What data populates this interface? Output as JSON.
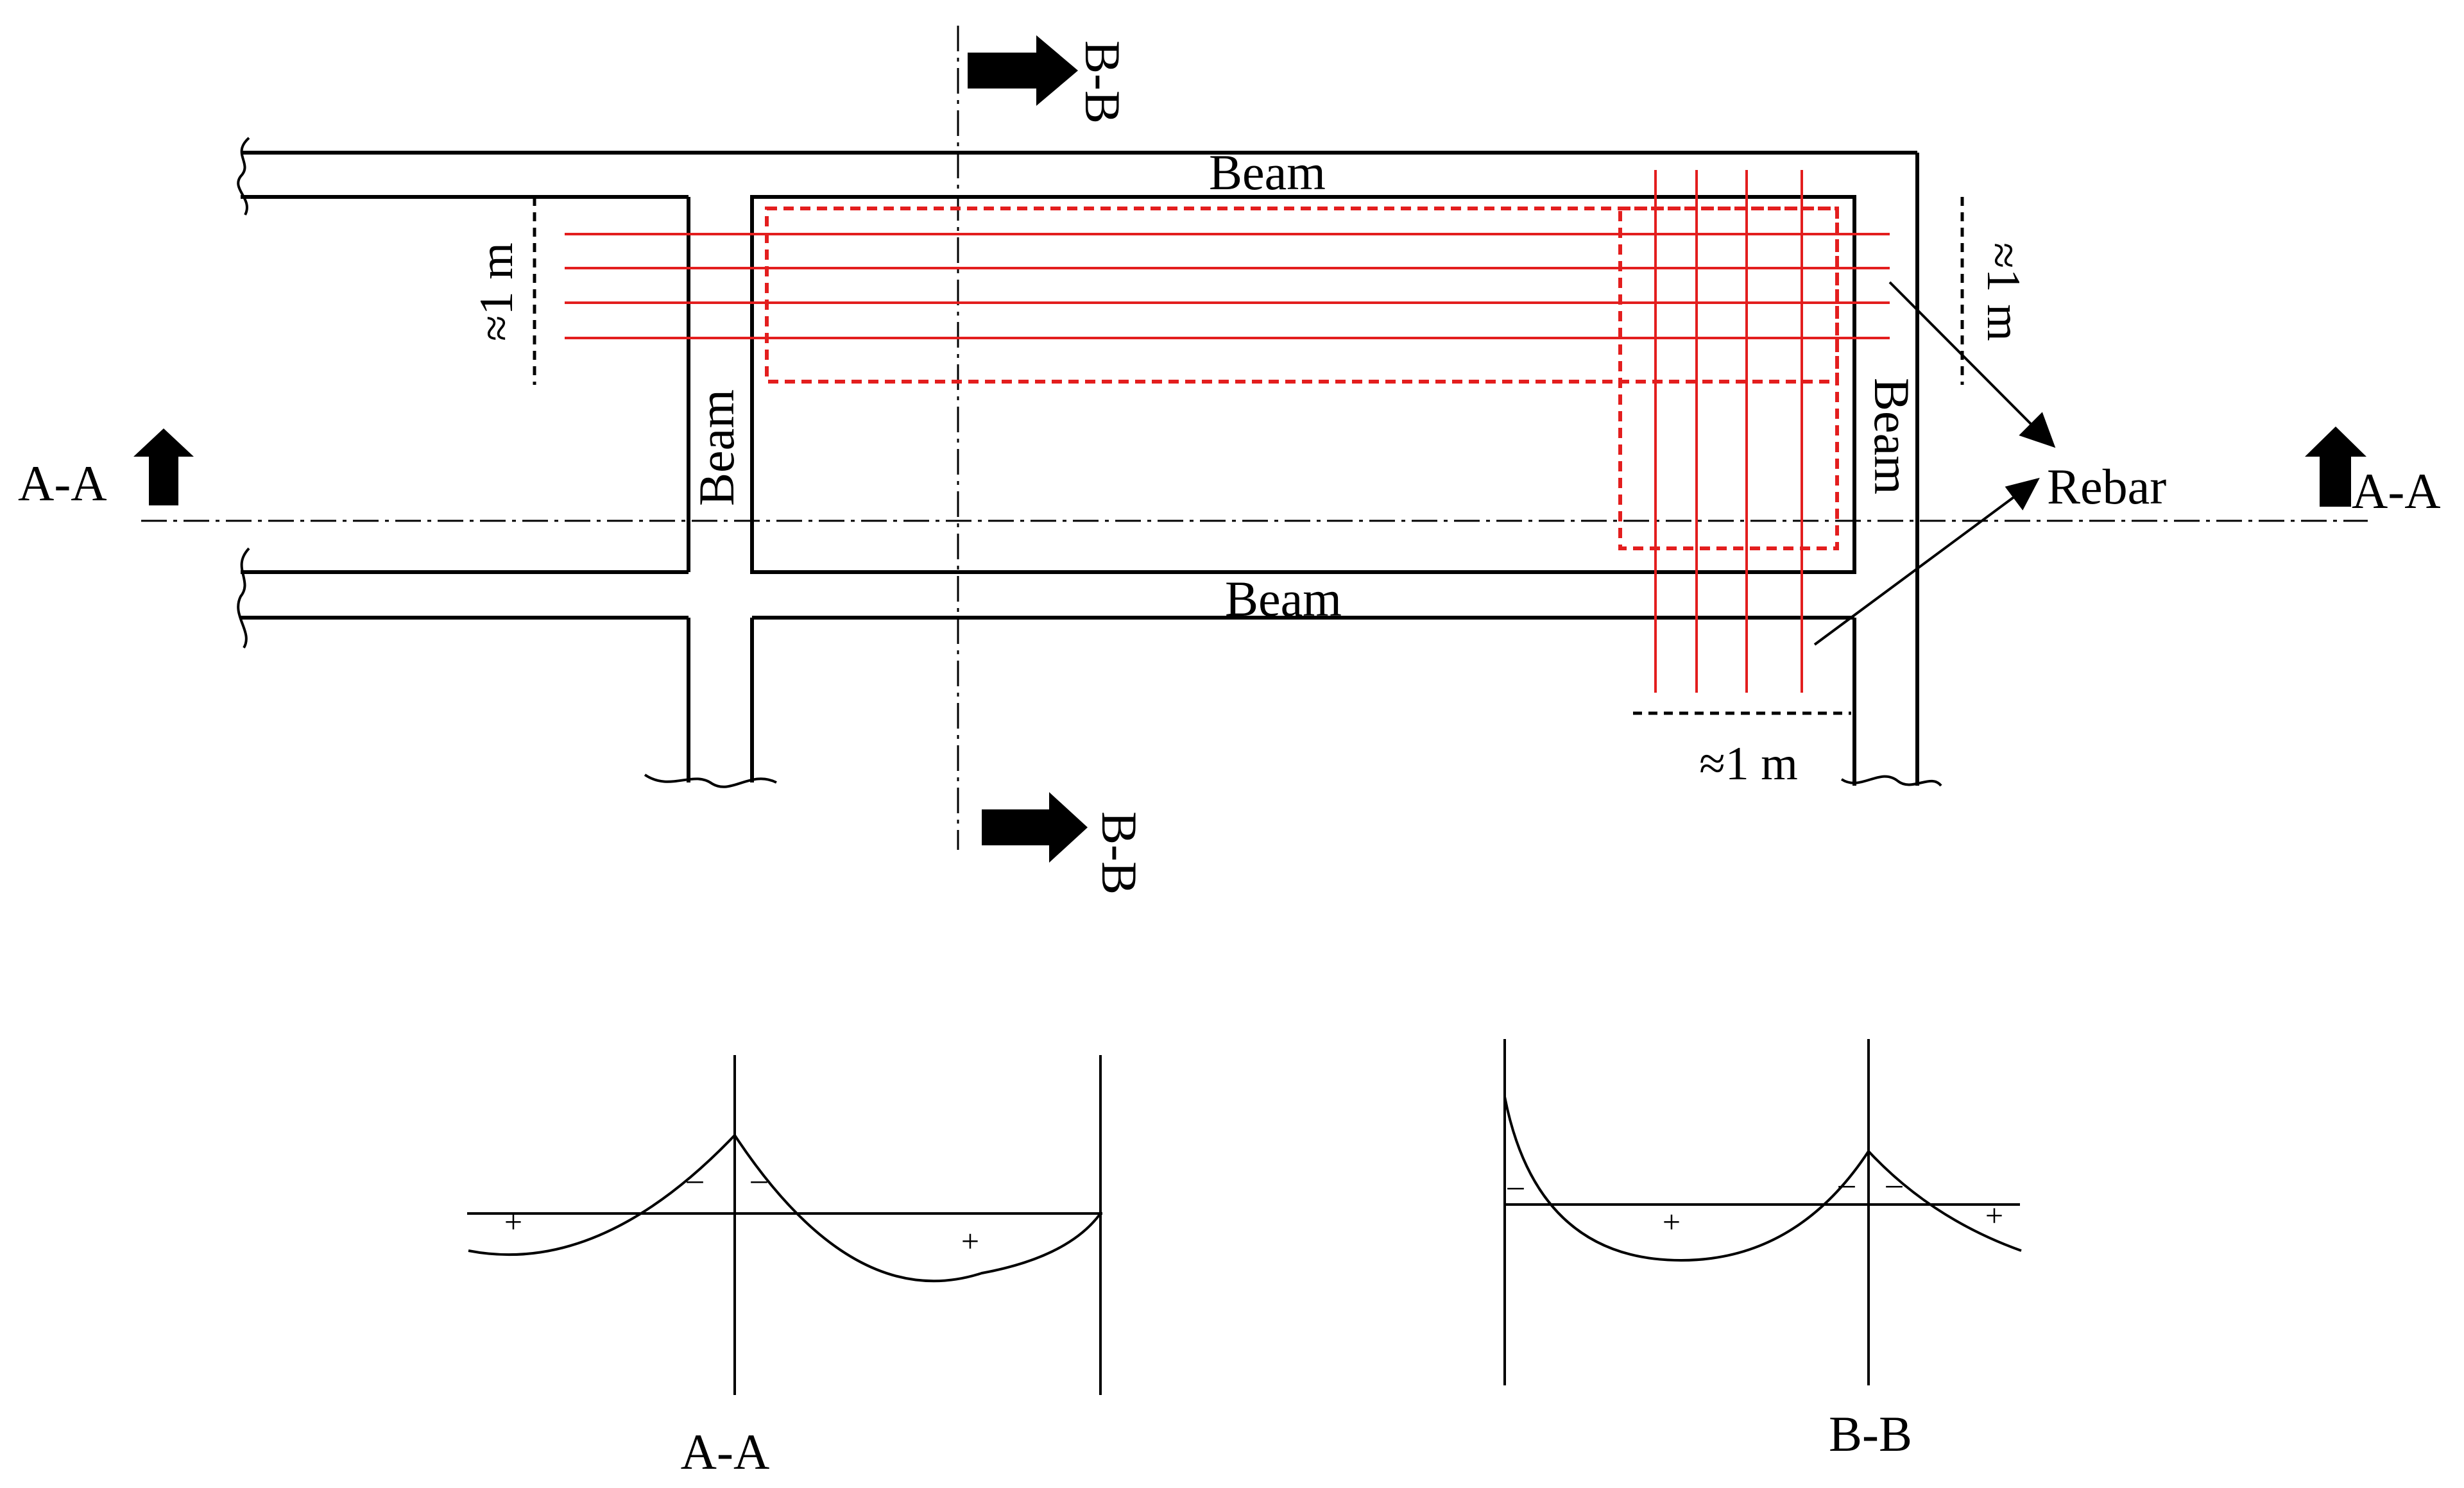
{
  "labels": {
    "beam_top": "Beam",
    "beam_bottom": "Beam",
    "beam_left": "Beam",
    "beam_right": "Beam",
    "rebar": "Rebar",
    "dim_left": "≈1 m",
    "dim_right": "≈1 m",
    "dim_bottom": "≈1 m",
    "section_aa_left": "A-A",
    "section_aa_right": "A-A",
    "section_bb_top": "B-B",
    "section_bb_bottom": "B-B"
  },
  "moment_diagrams": {
    "aa_caption": "A-A",
    "bb_caption": "B-B",
    "aa_signs": [
      "+",
      "–",
      "–",
      "+"
    ],
    "bb_signs": [
      "–",
      "+",
      "–",
      "–",
      "+"
    ]
  },
  "colors": {
    "line": "#000000",
    "rebar": "#e31e1e",
    "dashed_zone": "#e31e1e"
  }
}
